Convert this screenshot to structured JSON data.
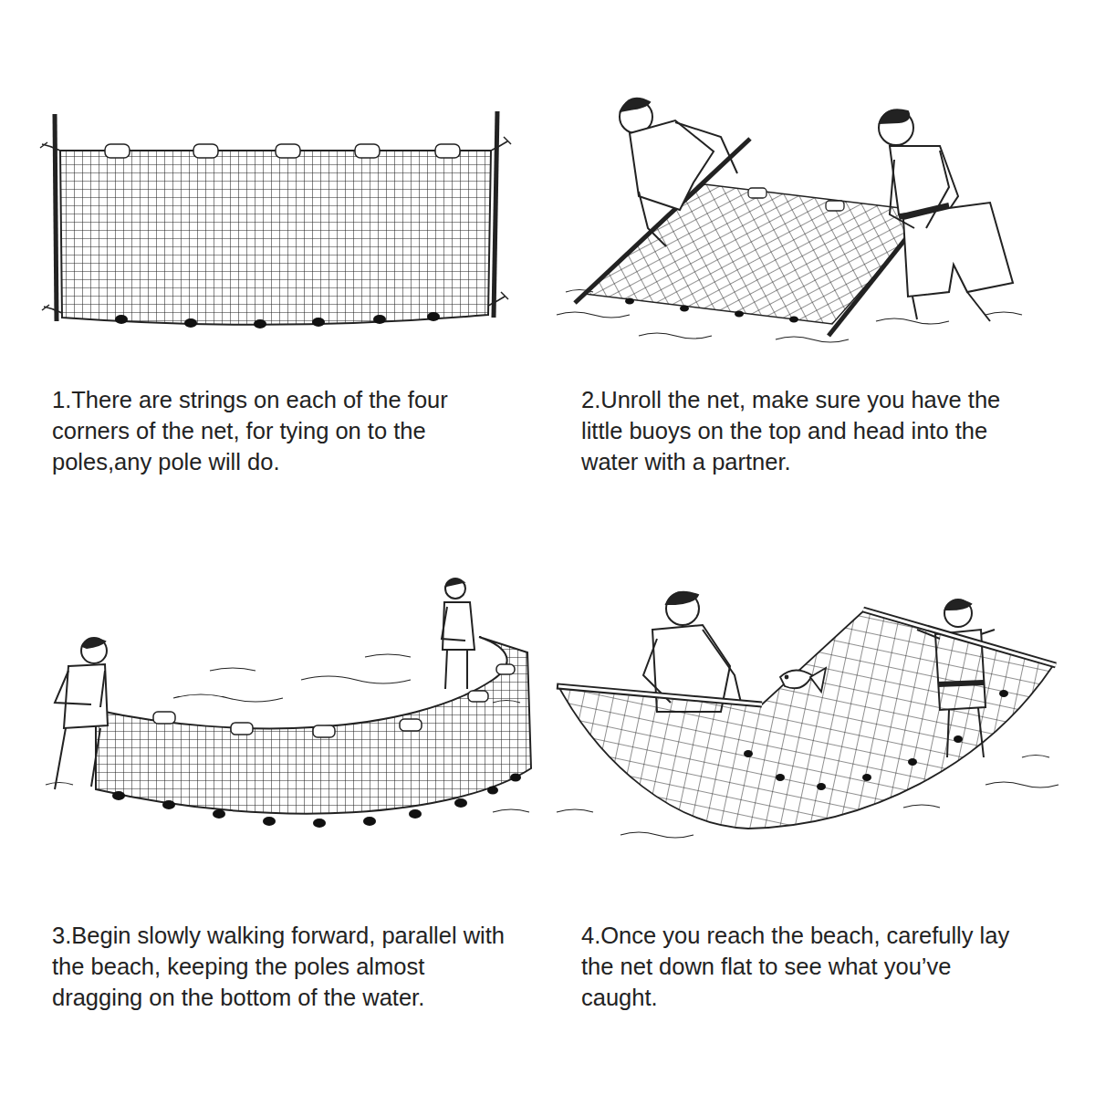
{
  "diagram": {
    "labels": [
      "1.There are strings on each of the four corners of the net, for tying on to the poles,any pole will do.",
      "2.Unroll the net, make sure you have the little buoys on the top and head into the water with a partner.",
      "3.Begin slowly walking forward, parallel with the beach, keeping the poles almost dragging on the bottom of the water.",
      "4.Once you reach the beach, carefully lay the net down flat to see what you’ve caught."
    ]
  }
}
